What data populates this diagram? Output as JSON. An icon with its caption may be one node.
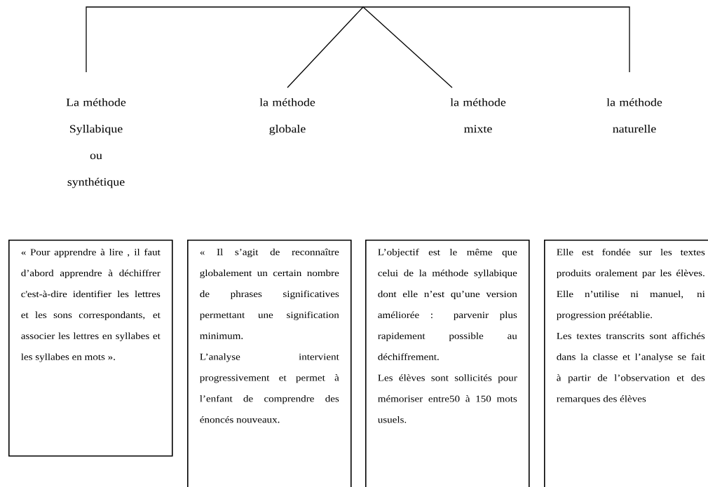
{
  "diagram": {
    "nodes": [
      {
        "text": [
          "La méthode Syllabique ou synthétique"
        ]
      },
      {
        "text": [
          "la méthode globale"
        ]
      },
      {
        "text": [
          "la méthode mixte"
        ]
      },
      {
        "text": [
          "la méthode naturelle"
        ]
      },
      {
        "text": [
          "« Pour apprendre à lire , il faut d’abord apprendre à déchiffrer c'est-à-dire identifier les lettres et les sons correspondants, et associer les lettres en syllabes et les syllabes en mots »."
        ]
      },
      {
        "text": [
          "« Il s’agit de reconnaître globalement un certain nombre de phrases significatives permettant une signification minimum.",
          "L’analyse intervient progressivement et permet à l’enfant de comprendre des énoncés nouveaux."
        ]
      },
      {
        "text": [
          "L’objectif est le même que celui de la méthode syllabique dont elle n’est qu’une version améliorée : parvenir plus rapidement possible au déchiffrement.",
          "Les élèves sont sollicités pour mémoriser entre50 à 150 mots usuels."
        ]
      },
      {
        "text": [
          "Elle est fondée sur les textes produits oralement par les élèves. Elle n’utilise ni manuel, ni progression préétablie.",
          "Les textes transcrits sont affichés dans la classe et l’analyse se fait à partir de l’observation et des remarques des élèves"
        ]
      }
    ],
    "edges": [
      {
        "from": null,
        "to": 0,
        "arrow": "none"
      },
      {
        "from": null,
        "to": 1,
        "arrow": "none"
      },
      {
        "from": null,
        "to": 2,
        "arrow": "none"
      },
      {
        "from": null,
        "to": 3,
        "arrow": "none"
      }
    ]
  }
}
